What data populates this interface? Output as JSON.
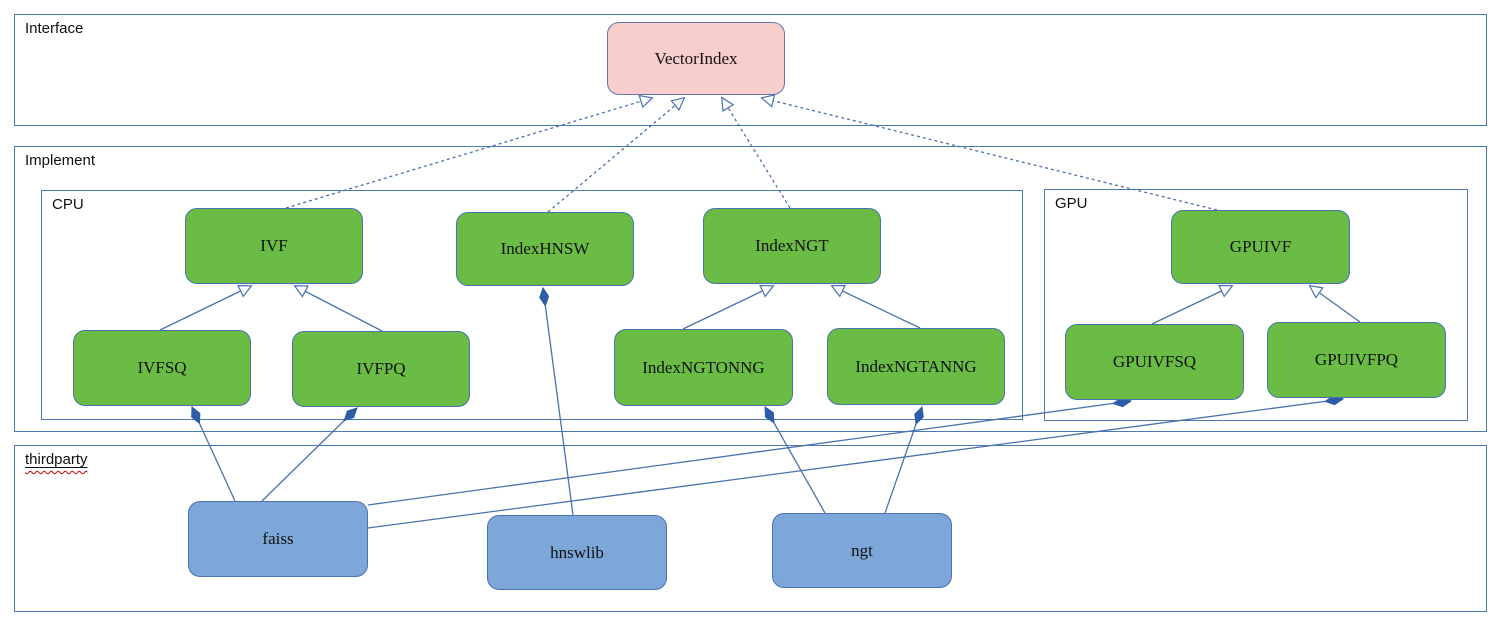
{
  "containers": {
    "interface": {
      "label": "Interface"
    },
    "implement": {
      "label": "Implement"
    },
    "cpu": {
      "label": "CPU"
    },
    "gpu": {
      "label": "GPU"
    },
    "thirdparty": {
      "label": "thirdparty",
      "spellcheck_marked": true
    }
  },
  "nodes": {
    "vectorindex": {
      "label": "VectorIndex",
      "kind": "interface"
    },
    "ivf": {
      "label": "IVF",
      "kind": "cpu-implementation"
    },
    "indexhnsw": {
      "label": "IndexHNSW",
      "kind": "cpu-implementation"
    },
    "indexngt": {
      "label": "IndexNGT",
      "kind": "cpu-implementation"
    },
    "ivfsq": {
      "label": "IVFSQ",
      "kind": "cpu-implementation"
    },
    "ivfpq": {
      "label": "IVFPQ",
      "kind": "cpu-implementation"
    },
    "indexngtonng": {
      "label": "IndexNGTONNG",
      "kind": "cpu-implementation"
    },
    "indexngtanng": {
      "label": "IndexNGTANNG",
      "kind": "cpu-implementation"
    },
    "gpuivf": {
      "label": "GPUIVF",
      "kind": "gpu-implementation"
    },
    "gpuivfsq": {
      "label": "GPUIVFSQ",
      "kind": "gpu-implementation"
    },
    "gpuivfpq": {
      "label": "GPUIVFPQ",
      "kind": "gpu-implementation"
    },
    "faiss": {
      "label": "faiss",
      "kind": "thirdparty-library"
    },
    "hnswlib": {
      "label": "hnswlib",
      "kind": "thirdparty-library"
    },
    "ngt": {
      "label": "ngt",
      "kind": "thirdparty-library"
    }
  },
  "edges": [
    {
      "from": "IVFSQ",
      "to": "IVF",
      "type": "inheritance"
    },
    {
      "from": "IVFPQ",
      "to": "IVF",
      "type": "inheritance"
    },
    {
      "from": "IndexNGTONNG",
      "to": "IndexNGT",
      "type": "inheritance"
    },
    {
      "from": "IndexNGTANNG",
      "to": "IndexNGT",
      "type": "inheritance"
    },
    {
      "from": "GPUIVFSQ",
      "to": "GPUIVF",
      "type": "inheritance"
    },
    {
      "from": "GPUIVFPQ",
      "to": "GPUIVF",
      "type": "inheritance"
    },
    {
      "from": "IVF",
      "to": "VectorIndex",
      "type": "realization"
    },
    {
      "from": "IndexHNSW",
      "to": "VectorIndex",
      "type": "realization"
    },
    {
      "from": "IndexNGT",
      "to": "VectorIndex",
      "type": "realization"
    },
    {
      "from": "GPUIVF",
      "to": "VectorIndex",
      "type": "realization"
    },
    {
      "from": "faiss",
      "to": "IVFSQ",
      "type": "composition"
    },
    {
      "from": "faiss",
      "to": "IVFPQ",
      "type": "composition"
    },
    {
      "from": "faiss",
      "to": "GPUIVFSQ",
      "type": "composition"
    },
    {
      "from": "faiss",
      "to": "GPUIVFPQ",
      "type": "composition"
    },
    {
      "from": "hnswlib",
      "to": "IndexHNSW",
      "type": "composition"
    },
    {
      "from": "ngt",
      "to": "IndexNGTONNG",
      "type": "composition"
    },
    {
      "from": "ngt",
      "to": "IndexNGTANNG",
      "type": "composition"
    }
  ],
  "colors": {
    "interface_fill": "#f8cecc",
    "implementation_fill": "#6abc45",
    "library_fill": "#7da7d8",
    "line": "#4a72ae",
    "container_border": "#4d79b3",
    "diamond_fill": "#2e5da8",
    "spellcheck_underline": "#cc0000",
    "background": "#ffffff"
  }
}
